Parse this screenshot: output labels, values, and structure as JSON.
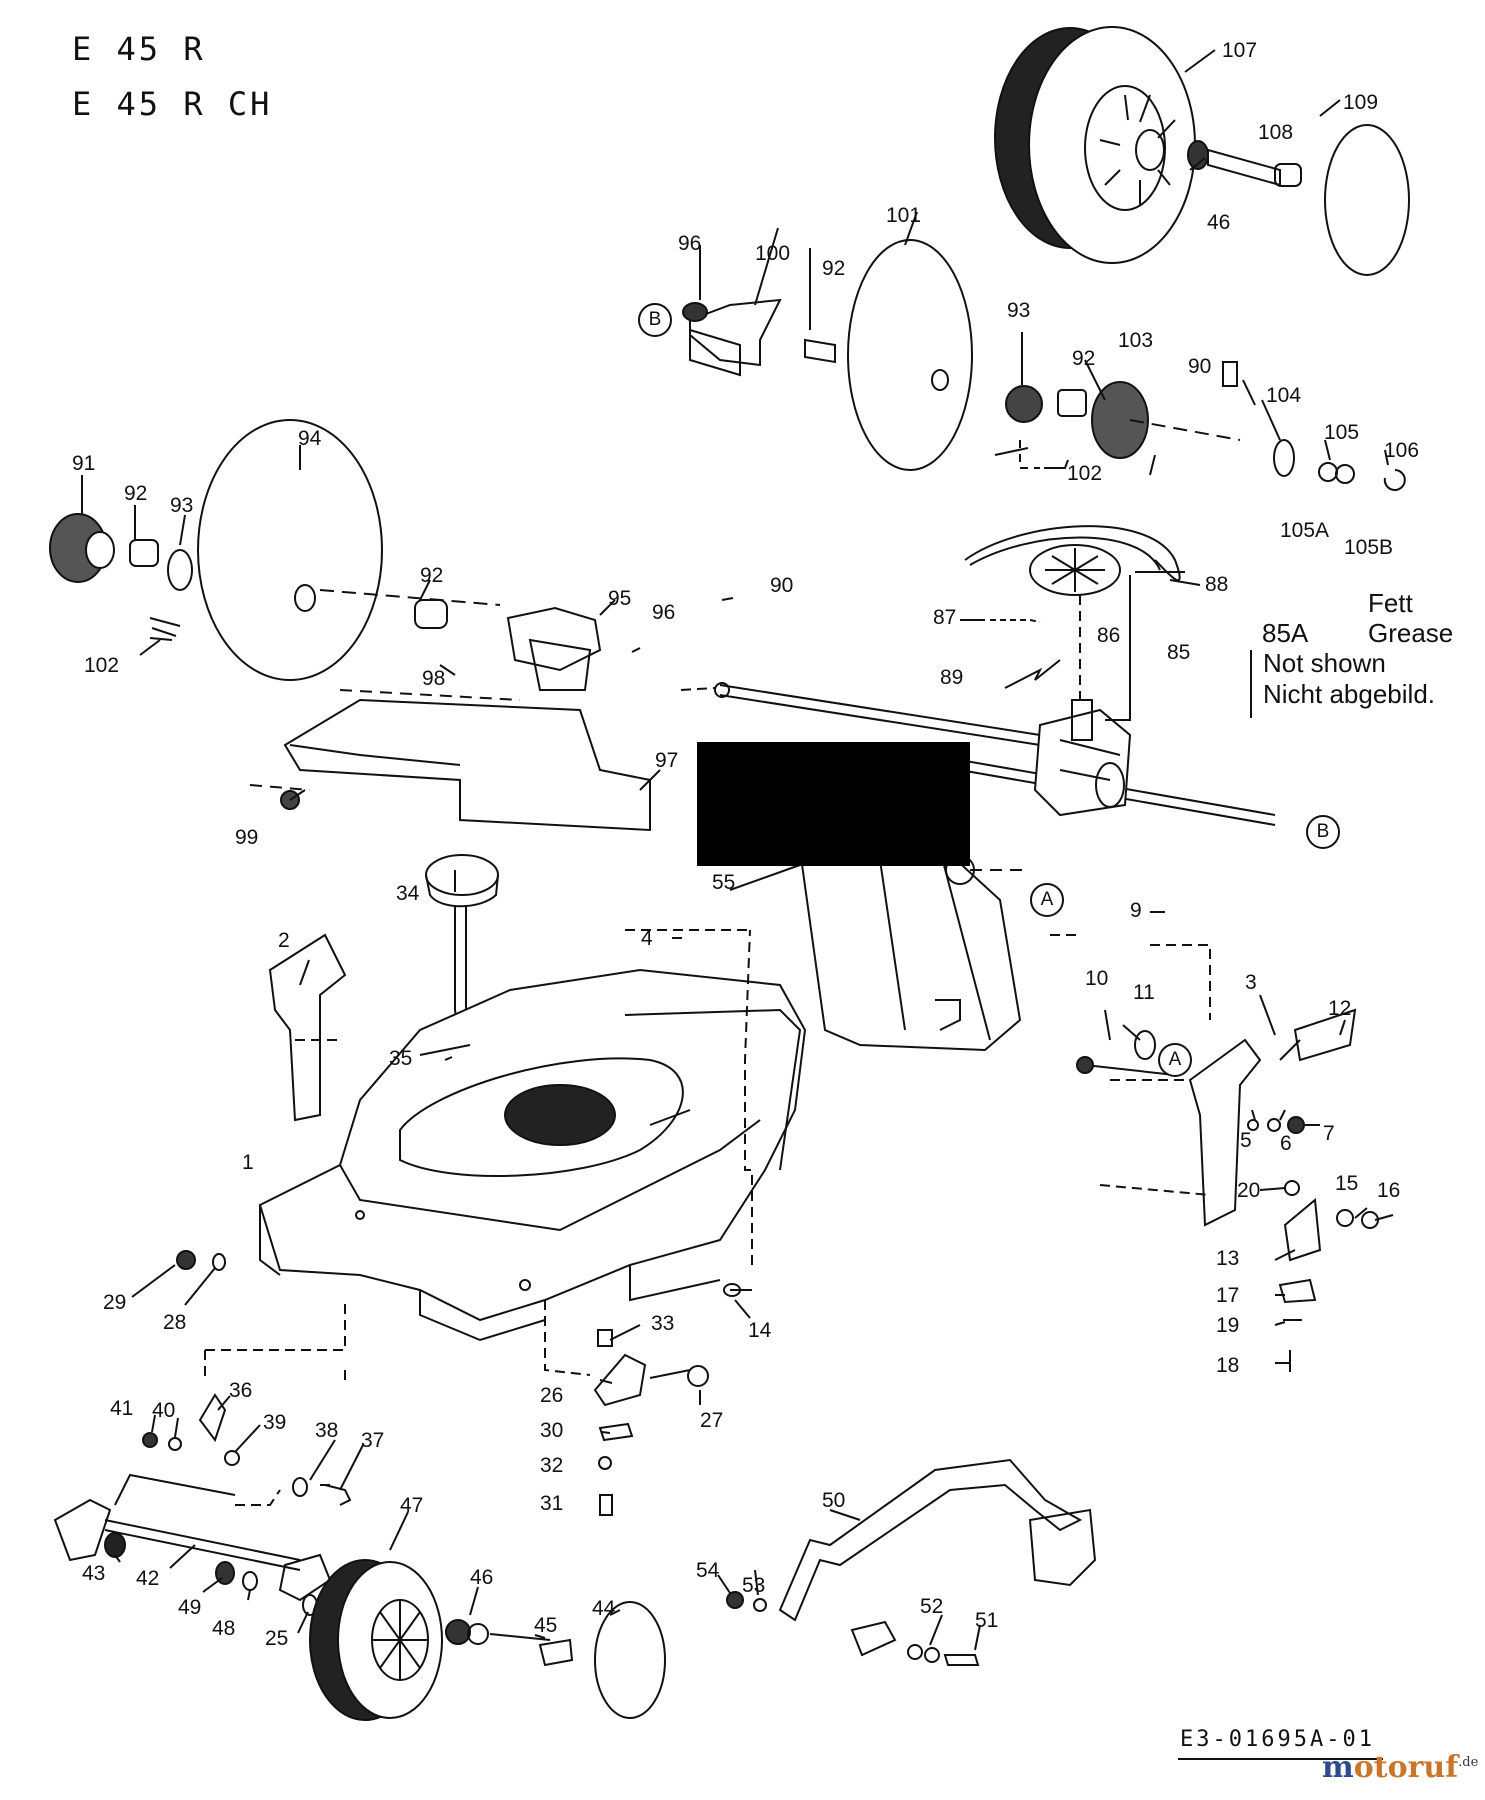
{
  "header": {
    "model_line_1": "E 45 R",
    "model_line_2": "E 45 R CH"
  },
  "note": {
    "part": "85A",
    "de_word": "Fett",
    "en_word": "Grease",
    "en_caption": "Not shown",
    "de_caption": "Nicht abgebild."
  },
  "reference_markers": {
    "b": "B",
    "a": "A"
  },
  "labels": {
    "n107": "107",
    "n109": "109",
    "n108": "108",
    "n46a": "46",
    "n96a": "96",
    "n100": "100",
    "n92a": "92",
    "n101": "101",
    "n93a": "93",
    "n92b": "92",
    "n103": "103",
    "n90a": "90",
    "n104": "104",
    "n105": "105",
    "n106": "106",
    "n105a": "105A",
    "n105b": "105B",
    "n102a": "102",
    "n91": "91",
    "n92c": "92",
    "n93b": "93",
    "n94": "94",
    "n92d": "92",
    "n95": "95",
    "n96b": "96",
    "n98": "98",
    "n102b": "102",
    "n90b": "90",
    "n88": "88",
    "n87": "87",
    "n86": "86",
    "n85": "85",
    "n89": "89",
    "n97": "97",
    "n99": "99",
    "n55": "55",
    "n34": "34",
    "n4": "4",
    "n2": "2",
    "n35": "35",
    "n1": "1",
    "n9": "9",
    "n3": "3",
    "n10": "10",
    "n11": "11",
    "n12": "12",
    "n5": "5",
    "n6": "6",
    "n7": "7",
    "n20": "20",
    "n15": "15",
    "n16": "16",
    "n13": "13",
    "n17": "17",
    "n19": "19",
    "n18": "18",
    "n29": "29",
    "n28": "28",
    "n14": "14",
    "n33": "33",
    "n26": "26",
    "n27": "27",
    "n30": "30",
    "n32": "32",
    "n31": "31",
    "n41": "41",
    "n40": "40",
    "n36": "36",
    "n39": "39",
    "n38": "38",
    "n37": "37",
    "n47": "47",
    "n43": "43",
    "n42": "42",
    "n49": "49",
    "n48": "48",
    "n25": "25",
    "n46b": "46",
    "n45": "45",
    "n44": "44",
    "n50": "50",
    "n54": "54",
    "n53": "53",
    "n52": "52",
    "n51": "51"
  },
  "footer": {
    "doc_id": "E3-01695A-01",
    "watermark_main": "motoruf",
    "watermark_tld": ".de"
  },
  "colors": {
    "ink": "#111111",
    "redaction": "#000000",
    "watermark_m": "#2d4a8c",
    "watermark_rest": "#c9762a"
  }
}
